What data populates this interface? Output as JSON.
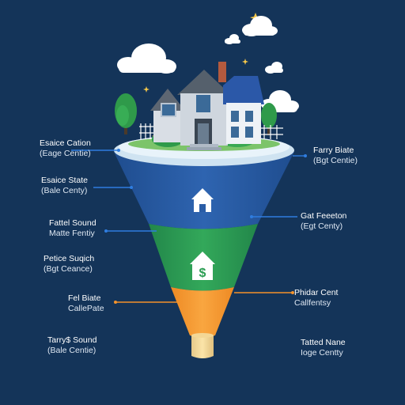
{
  "labels": {
    "l1": {
      "line1": "Esaice Cation",
      "line2": "(Eage Centie)"
    },
    "l2": {
      "line1": "Esaice State",
      "line2": "(Bale Centy)"
    },
    "l3": {
      "line1": "Fattel Sound",
      "line2": "Matte Fentiy"
    },
    "l4": {
      "line1": "Petice Suqich",
      "line2": "(Bgt Ceance)"
    },
    "l5": {
      "line1": "Fel Biate",
      "line2": "CallePate"
    },
    "l6": {
      "line1": "Tarry$ Sound",
      "line2": "(Bale Centie)"
    },
    "r1": {
      "line1": "Farry Biate",
      "line2": "(Bgt Centie)"
    },
    "r2": {
      "line1": "Gat Feeeton",
      "line2": "(Egt Centy)"
    },
    "r3": {
      "line1": "Phidar Cent",
      "line2": "Callfentsy"
    },
    "r4": {
      "line1": "Tatted Nane",
      "line2": "Ioge Centty"
    }
  },
  "colors": {
    "background": "#143459",
    "tier_blue": "#2a5da6",
    "tier_green": "#2a9d52",
    "tier_orange": "#f4922b",
    "pointer_blue": "#2f7de0",
    "pointer_orange": "#f4922b"
  },
  "icons": [
    "house-icon",
    "dollar-house-icon",
    "cloud-icon",
    "tree-icon",
    "sparkle-icon"
  ]
}
